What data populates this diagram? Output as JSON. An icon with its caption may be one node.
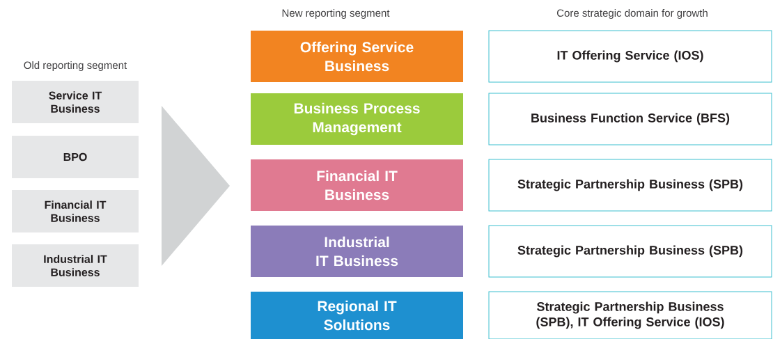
{
  "diagram": {
    "nodes": [
      {
        "text": [
          "Service IT Business"
        ]
      },
      {
        "text": [
          "BPO"
        ]
      },
      {
        "text": [
          "Financial IT Business"
        ]
      },
      {
        "text": [
          "Industrial IT Business"
        ]
      },
      {
        "text": [
          "Offering Service Business"
        ]
      },
      {
        "text": [
          "Business Process Management"
        ]
      },
      {
        "text": [
          "Financial IT Business"
        ]
      },
      {
        "text": [
          "Industrial IT Business"
        ]
      },
      {
        "text": [
          "Regional IT Solutions"
        ]
      },
      {
        "text": [
          "IT Offering Service (IOS)"
        ]
      },
      {
        "text": [
          "Business Function Service (BFS)"
        ]
      },
      {
        "text": [
          "Strategic Partnership Business (SPB)"
        ]
      },
      {
        "text": [
          "Strategic Partnership Business (SPB)"
        ]
      },
      {
        "text": [
          "Strategic Partnership Business (SPB), IT Offering Service (IOS)"
        ]
      }
    ],
    "labels": [
      "New  reporting segment",
      "Core strategic domain for growth",
      "Old reporting segment"
    ]
  }
}
